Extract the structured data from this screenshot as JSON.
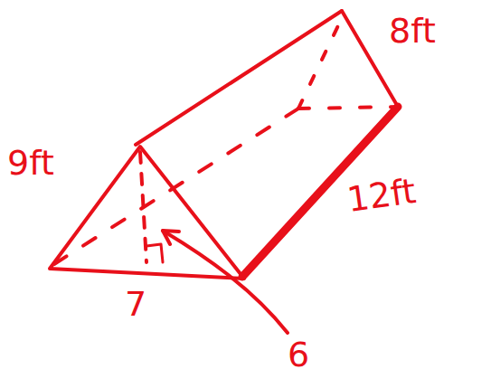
{
  "diagram": {
    "labels": [
      "9ft",
      "8ft",
      "12ft",
      "7",
      "6"
    ]
  }
}
